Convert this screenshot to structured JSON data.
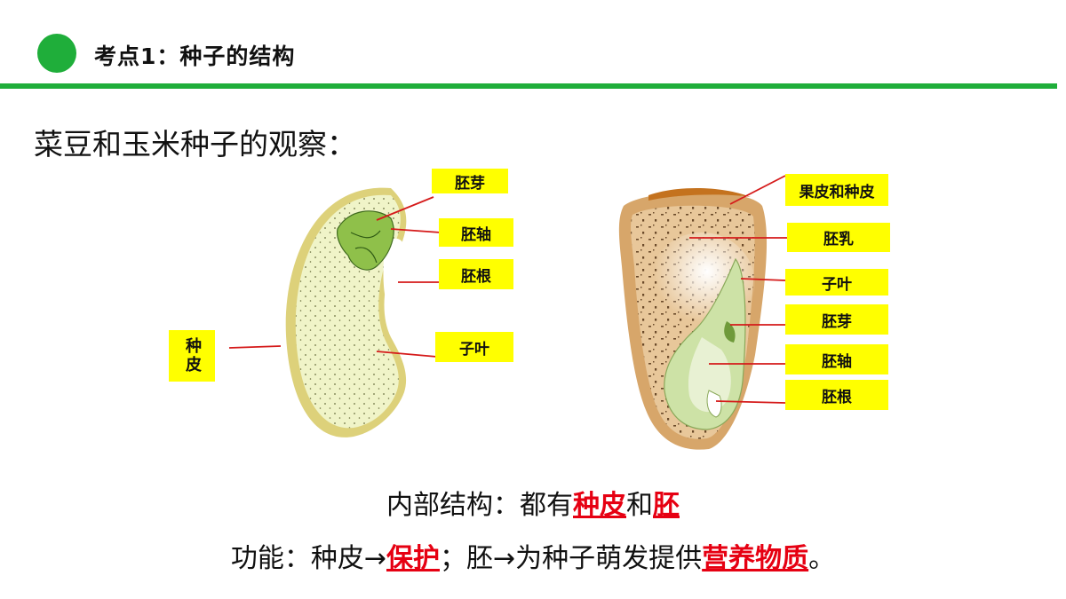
{
  "header": {
    "title": "考点1：种子的结构"
  },
  "subtitle": "菜豆和玉米种子的观察：",
  "bean": {
    "labels": {
      "plumule": "胚芽",
      "hypocotyl": "胚轴",
      "radicle": "胚根",
      "cotyledon": "子叶",
      "seed_coat": "种皮"
    }
  },
  "corn": {
    "labels": {
      "pericarp": "果皮和种皮",
      "endosperm": "胚乳",
      "cotyledon": "子叶",
      "plumule": "胚芽",
      "hypocotyl": "胚轴",
      "radicle": "胚根"
    }
  },
  "structure_line": {
    "prefix": "内部结构：都有",
    "seed_coat": "种皮",
    "and": "和",
    "embryo": "胚"
  },
  "function_line": {
    "prefix": "功能：种皮→",
    "protect": "保护",
    "middle": "；胚→为种子萌发提供",
    "nutrients": "营养物质",
    "end": "。"
  },
  "colors": {
    "accent": "#1fae3a",
    "highlight": "#e60012",
    "tag": "#ffff00"
  }
}
